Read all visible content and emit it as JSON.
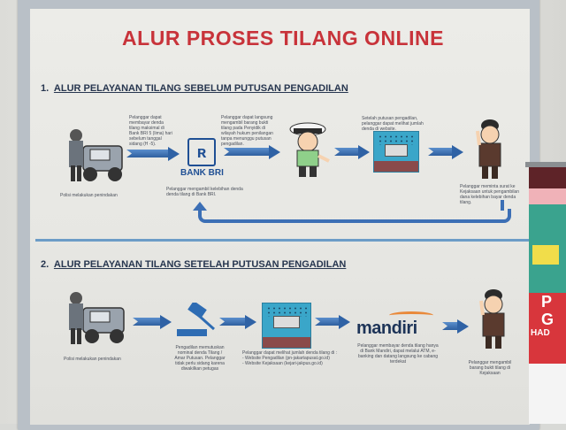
{
  "poster": {
    "title": "ALUR PROSES TILANG ONLINE",
    "colors": {
      "title": "#c8333a",
      "heading": "#27364f",
      "arrow": "#2f62a5",
      "divider": "#6c9cc7"
    },
    "section1": {
      "number": "1.",
      "heading": "ALUR PELAYANAN TILANG SEBELUM PUTUSAN PENGADILAN",
      "steps": {
        "police_caption": "Polisi melakukan penindakan",
        "bri_top_text": "Pelanggar dapat membayar denda tilang maksimal di Bank BRI 5 (lima) hari sebelum tanggal sidang (H -5).",
        "bri_logo_text": "BANK BRI",
        "bri_bottom_text": "Pelanggar mengambil kelebihan denda denda tilang di Bank BRI.",
        "officer_top_text": "Pelanggar dapat langsung mengambil barang bukti tilang pada Penyidik di wilayah hukum penilangan tanpa menunggu putusan pengadilan.",
        "website_text": "Setelah putusan pengadilan, pelanggar dapat melihat jumlah denda di website.",
        "prosecutor_text": "Pelanggar meminta surat ke Kejaksaan untuk pengambilan dana kelebihan bayar denda tilang."
      }
    },
    "section2": {
      "number": "2.",
      "heading": "ALUR PELAYANAN TILANG SETELAH PUTUSAN PENGADILAN",
      "steps": {
        "police_caption": "Polisi melakukan penindakan",
        "court_text": "Pengadilan memutuskan nominal denda Tilang / Amar Putusan. Pelanggar tidak perlu sidang karena diwakilkan petugas",
        "website_intro": "Pelanggar dapat melihat jumlah denda tilang di :",
        "website_item1": "- Website Pengadilan (pn-jakartapusat.go.id)",
        "website_item2": "- Website Kejaksaan (kejari-jakpus.go.id)",
        "mandiri_logo_text": "mandiri",
        "mandiri_text": "Pelanggar membayar denda tilang hanya di Bank Mandiri, dapat melalui ATM, e-banking dan datang langsung ke cabang terdekat",
        "prosecutor_text": "Pelanggar mengambil barang bukti tilang di Kejaksaan"
      }
    }
  },
  "side_banner": {
    "line1": "P",
    "line2": "G",
    "line3": "HAD"
  }
}
